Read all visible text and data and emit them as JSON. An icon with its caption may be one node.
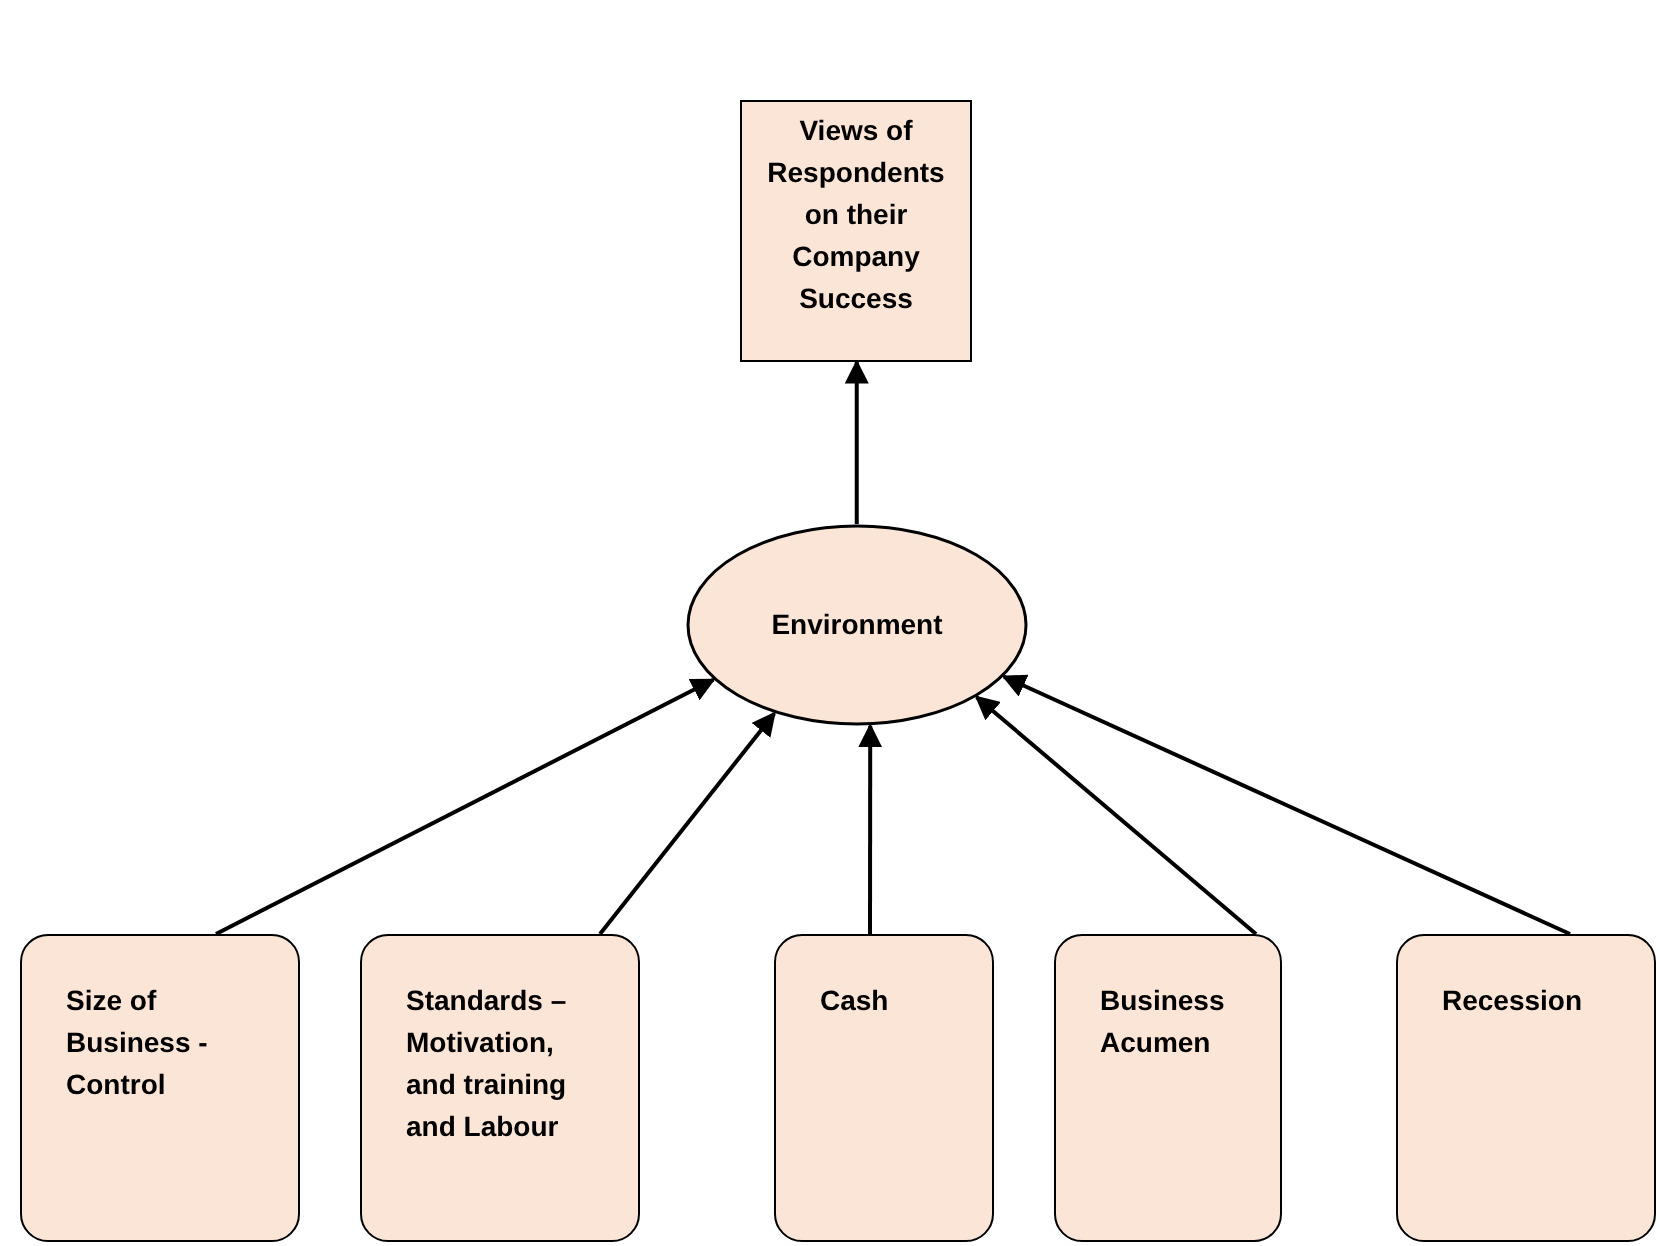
{
  "diagram": {
    "nodes": [
      {
        "text": [
          "Views of Respondents on their Company Success"
        ]
      },
      {
        "text": [
          "Environment"
        ]
      },
      {
        "text": [
          "Size of Business - Control"
        ]
      },
      {
        "text": [
          "Standards – Motivation, and training and Labour"
        ]
      },
      {
        "text": [
          "Cash"
        ]
      },
      {
        "text": [
          "Business Acumen"
        ]
      },
      {
        "text": [
          "Recession"
        ]
      }
    ],
    "edges": [
      {
        "from": 1,
        "to": 0,
        "arrow": "to"
      },
      {
        "from": 2,
        "to": 1,
        "arrow": "to"
      },
      {
        "from": 3,
        "to": 1,
        "arrow": "to"
      },
      {
        "from": 4,
        "to": 1,
        "arrow": "to"
      },
      {
        "from": 5,
        "to": 1,
        "arrow": "to"
      },
      {
        "from": 6,
        "to": 1,
        "arrow": "to"
      }
    ]
  }
}
